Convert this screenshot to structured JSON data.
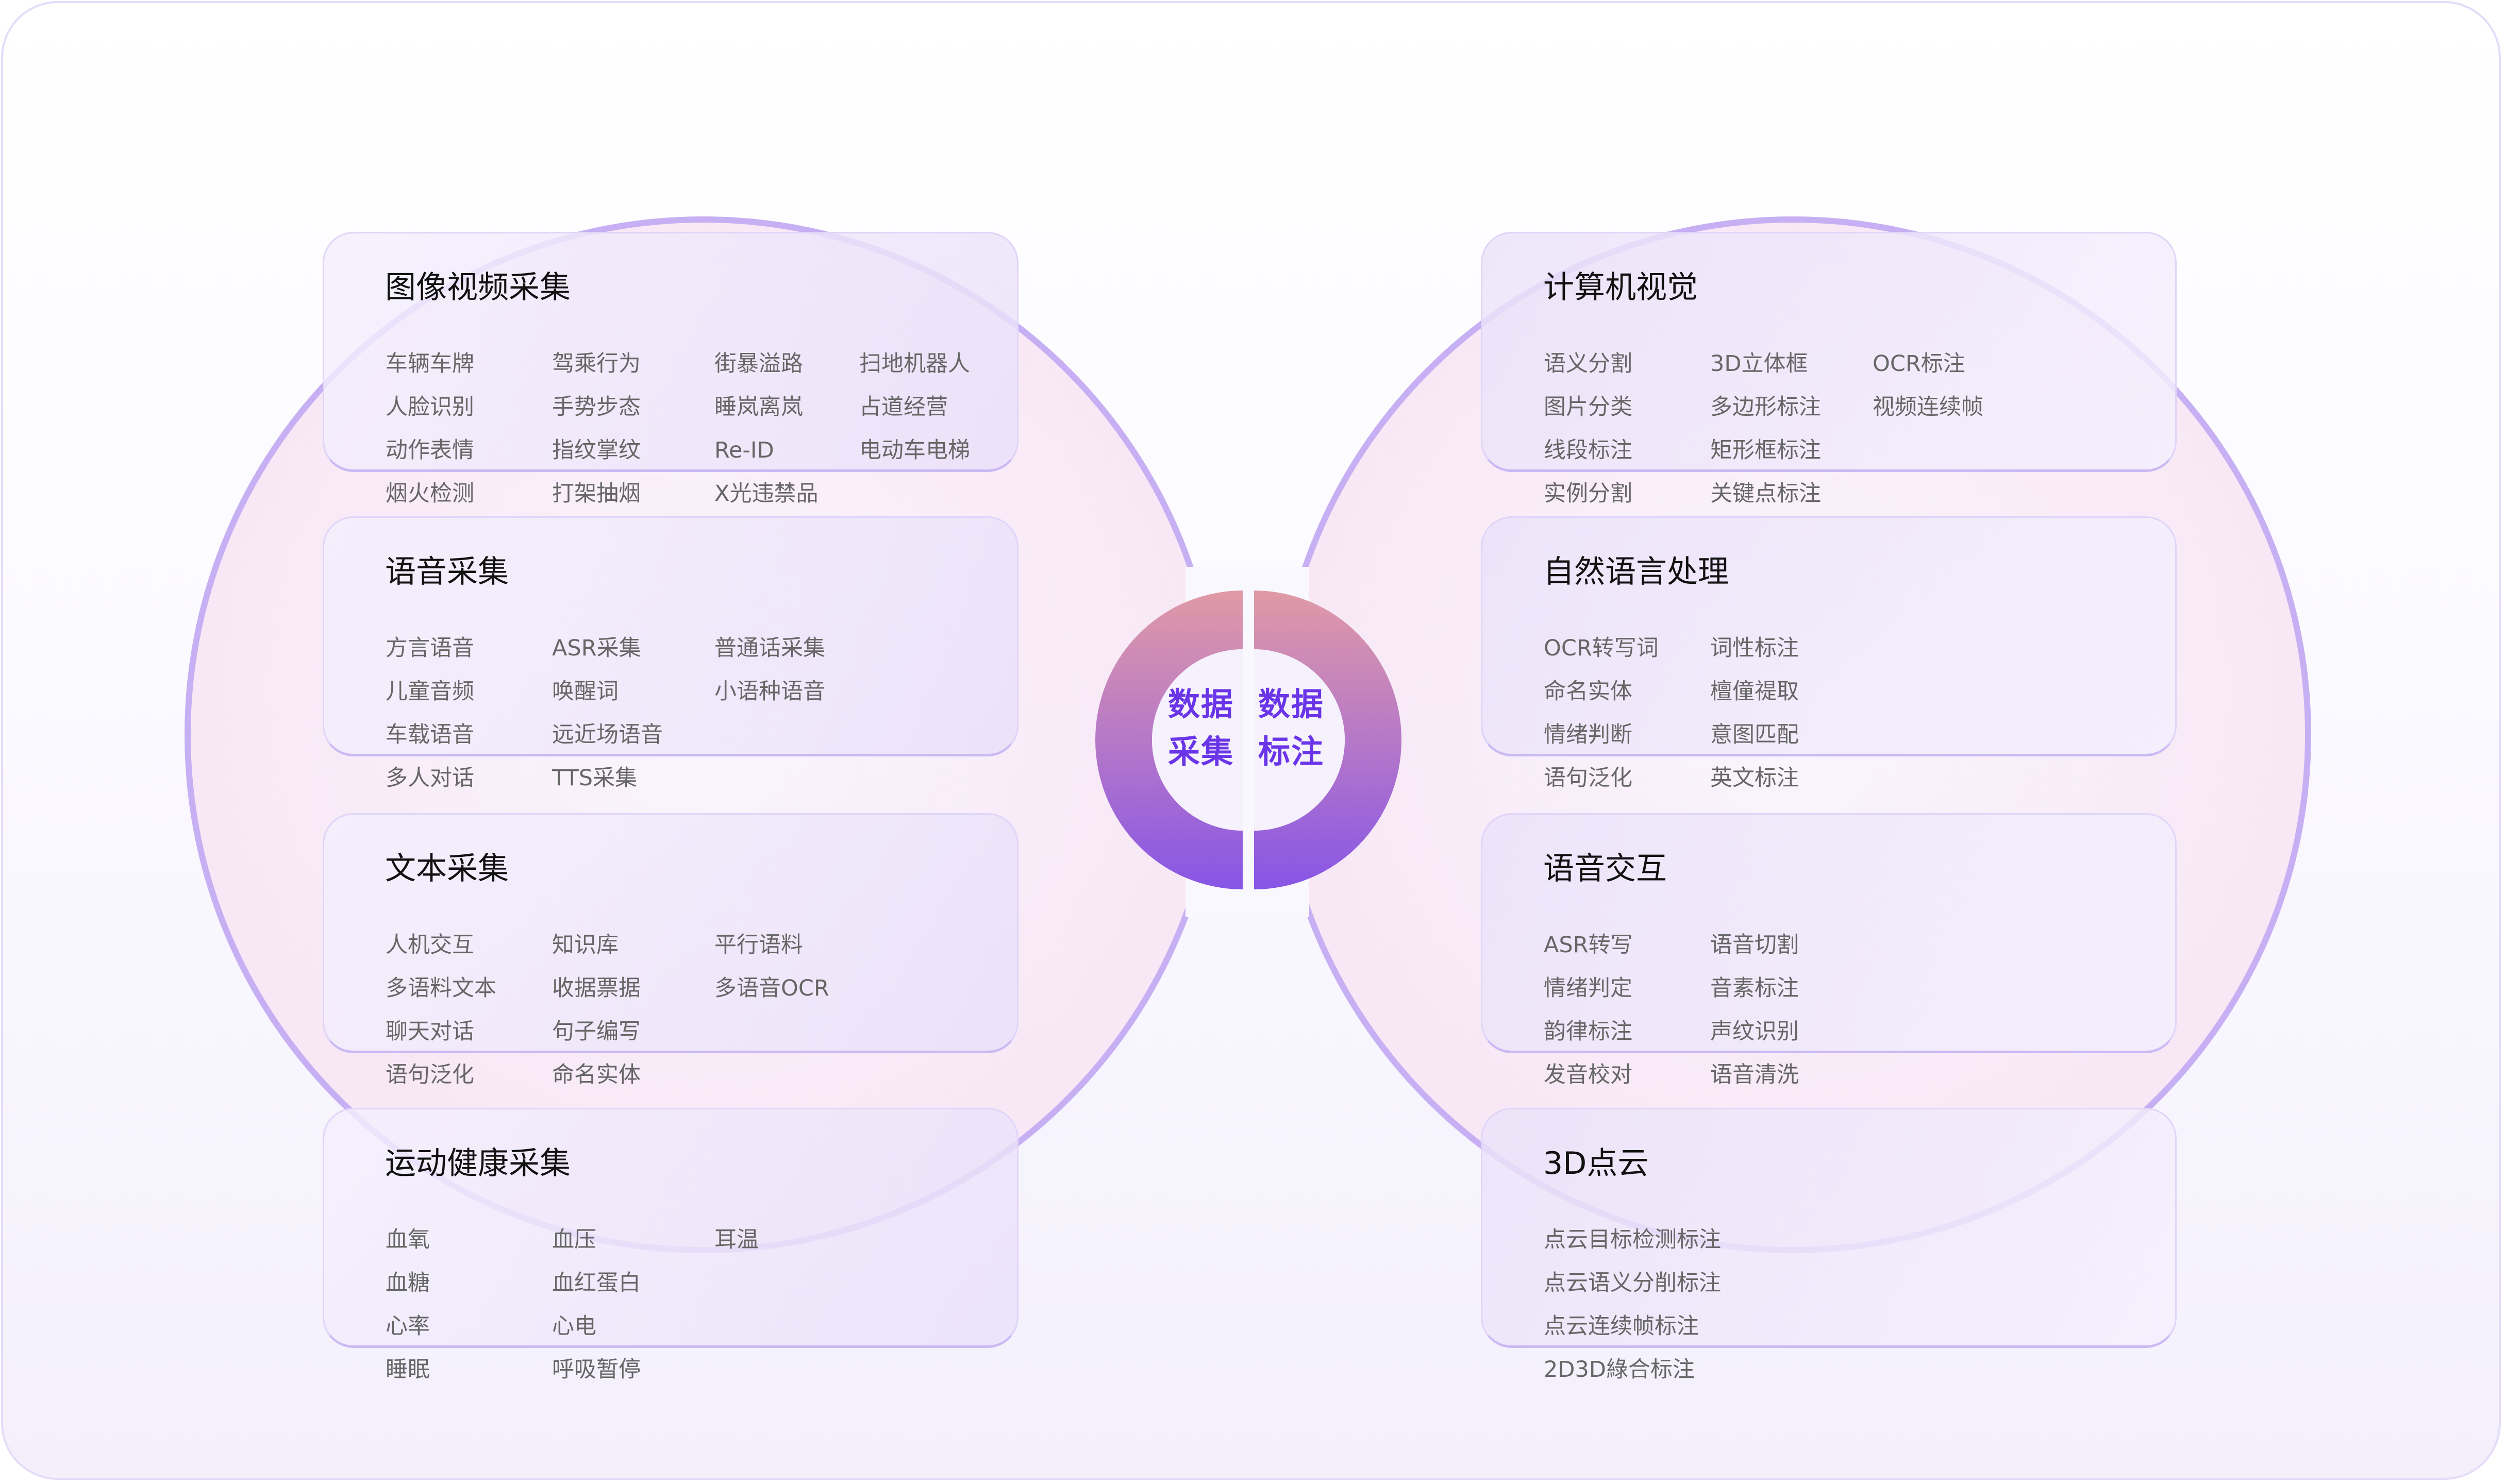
{
  "center": {
    "left_label": [
      "数据",
      "采集"
    ],
    "right_label": [
      "数据",
      "标注"
    ]
  },
  "colors": {
    "accent": "#6a35e8",
    "arc": "#c6b0f3",
    "ring_top": "#e09aa6",
    "ring_bottom": "#8755e6"
  },
  "left_cards": [
    {
      "title": "图像视频采集",
      "columns": [
        [
          "车辆车牌",
          "人脸识别",
          "动作表情",
          "烟火检测"
        ],
        [
          "驾乘行为",
          "手势步态",
          "指纹掌纹",
          "打架抽烟"
        ],
        [
          "街暴溢路",
          "睡岚离岚",
          "Re-ID",
          "X光违禁品"
        ],
        [
          "扫地机器人",
          "占道经营",
          "电动车电梯"
        ]
      ]
    },
    {
      "title": "语音采集",
      "columns": [
        [
          "方言语音",
          "儿童音频",
          "车载语音",
          "多人对话"
        ],
        [
          "ASR采集",
          "唤醒词",
          "远近场语音",
          "TTS采集"
        ],
        [
          "普通话采集",
          "小语种语音"
        ]
      ]
    },
    {
      "title": "文本采集",
      "columns": [
        [
          "人机交互",
          "多语料文本",
          "聊天对话",
          "语句泛化"
        ],
        [
          "知识库",
          "收据票据",
          "句子编写",
          "命名实体"
        ],
        [
          "平行语料",
          "多语音OCR"
        ]
      ]
    },
    {
      "title": "运动健康采集",
      "columns": [
        [
          "血氧",
          "血糖",
          "心率",
          "睡眠"
        ],
        [
          "血压",
          "血红蛋白",
          "心电",
          "呼吸暂停"
        ],
        [
          "耳温"
        ]
      ]
    }
  ],
  "right_cards": [
    {
      "title": "计算机视觉",
      "columns": [
        [
          "语义分割",
          "图片分类",
          "线段标注",
          "实例分割"
        ],
        [
          "3D立体框",
          "多边形标注",
          "矩形框标注",
          "关键点标注"
        ],
        [
          "OCR标注",
          "视频连续帧"
        ]
      ]
    },
    {
      "title": "自然语言处理",
      "columns": [
        [
          "OCR转写词",
          "命名实体",
          "情绪判断",
          "语句泛化"
        ],
        [
          "词性标注",
          "檀僮禔取",
          "意图匹配",
          "英文标注"
        ]
      ]
    },
    {
      "title": "语音交互",
      "columns": [
        [
          "ASR转写",
          "情绪判定",
          "韵律标注",
          "发音校对"
        ],
        [
          "语音切割",
          "音素标注",
          "声纹识别",
          "语音清洗"
        ]
      ]
    },
    {
      "title": "3D点云",
      "columns": [
        [
          "点云目标检测标注",
          "点云语义分削标注",
          "点云连续帧标注",
          "2D3D綠合标注"
        ]
      ]
    }
  ]
}
